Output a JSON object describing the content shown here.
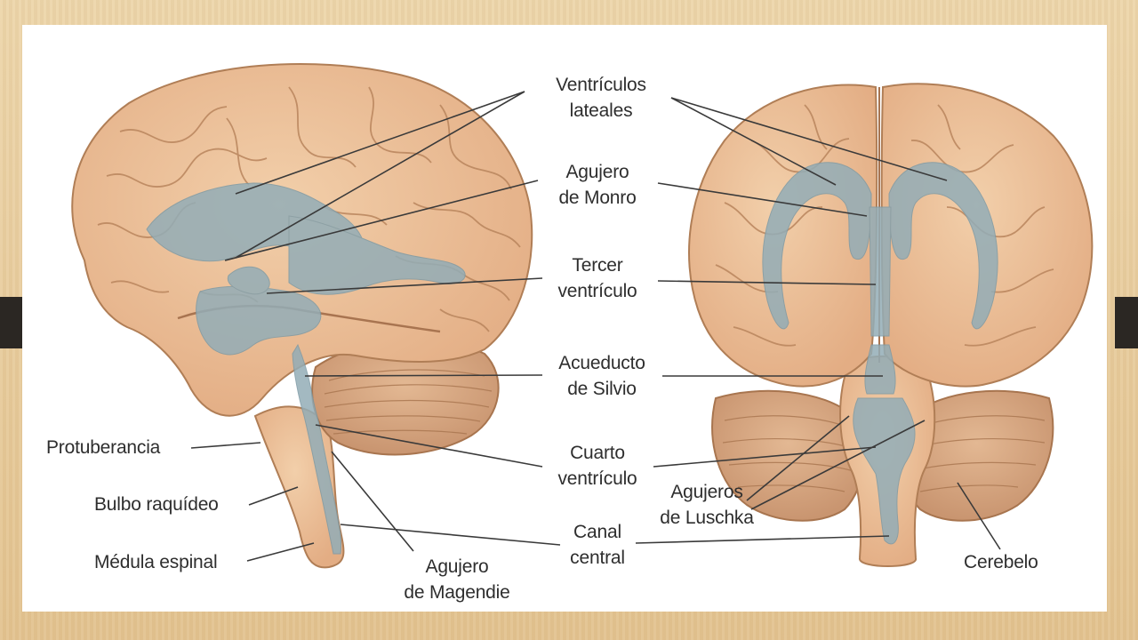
{
  "diagram": {
    "labels": {
      "ventriculos_laterales": [
        "Ventrículos",
        "lateales"
      ],
      "agujero_monro": [
        "Agujero",
        "de Monro"
      ],
      "tercer_ventriculo": [
        "Tercer",
        "ventrículo"
      ],
      "acueducto_silvio": [
        "Acueducto",
        "de Silvio"
      ],
      "cuarto_ventriculo": [
        "Cuarto",
        "ventrículo"
      ],
      "canal_central": [
        "Canal",
        "central"
      ],
      "agujero_magendie": [
        "Agujero",
        "de Magendie"
      ],
      "agujeros_luschka": [
        "Agujeros",
        "de Luschka"
      ],
      "protuberancia": "Protuberancia",
      "bulbo_raquideo": "Bulbo raquídeo",
      "medula_espinal": "Médula espinal",
      "cerebelo": "Cerebelo"
    }
  },
  "colors": {
    "brain": "#ecc09a",
    "brain_outline": "#b07e56",
    "ventricle": "#93adb7",
    "cerebellum": "#d9a984",
    "background": "#e9cfa0",
    "slide": "#ffffff"
  }
}
